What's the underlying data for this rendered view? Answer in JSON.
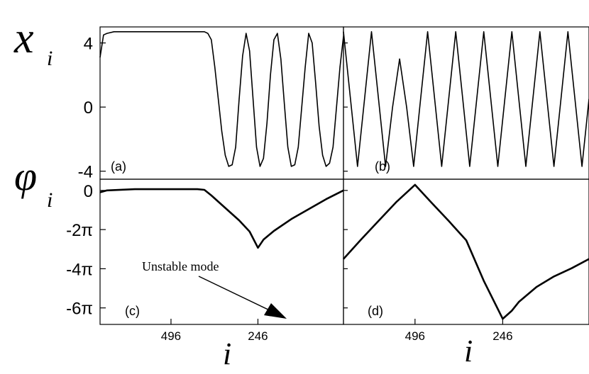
{
  "chart_data": [
    {
      "panel": "a",
      "type": "line",
      "label": "(a)",
      "ylabel_symbol": "x",
      "ylabel_sub": "i",
      "yticks": [
        "4",
        "0",
        "-4"
      ],
      "ytick_values": [
        4,
        0,
        -4
      ],
      "ylim": [
        -4.5,
        5
      ],
      "xlim": [
        700,
        0
      ],
      "x": [
        700,
        690,
        680,
        660,
        640,
        620,
        600,
        580,
        560,
        540,
        520,
        500,
        480,
        460,
        440,
        420,
        400,
        390,
        380,
        370,
        360,
        350,
        340,
        330,
        320,
        310,
        300,
        290,
        280,
        270,
        260,
        250,
        240,
        230,
        220,
        210,
        200,
        190,
        180,
        170,
        160,
        150,
        140,
        130,
        120,
        110,
        100,
        90,
        80,
        70,
        60,
        50,
        40,
        30,
        20,
        10,
        0
      ],
      "y": [
        3.1,
        4.5,
        4.6,
        4.7,
        4.7,
        4.7,
        4.7,
        4.7,
        4.7,
        4.7,
        4.7,
        4.7,
        4.7,
        4.7,
        4.7,
        4.7,
        4.7,
        4.6,
        4.2,
        2.5,
        0.5,
        -1.5,
        -3.0,
        -3.7,
        -3.6,
        -2.5,
        0.5,
        3.2,
        4.6,
        3.5,
        0.5,
        -2.5,
        -3.7,
        -3.2,
        -1.0,
        2.0,
        4.2,
        4.6,
        3.0,
        0.2,
        -2.5,
        -3.7,
        -3.6,
        -2.5,
        0.0,
        2.5,
        4.6,
        4.0,
        1.5,
        -1.2,
        -3.0,
        -3.7,
        -3.5,
        -2.5,
        0.0,
        2.5,
        4.4
      ]
    },
    {
      "panel": "b",
      "type": "line",
      "label": "(b)",
      "ylim": [
        -4.5,
        5
      ],
      "xlim": [
        700,
        0
      ],
      "x": [
        700,
        680,
        660,
        640,
        620,
        600,
        580,
        560,
        540,
        520,
        500,
        480,
        460,
        440,
        420,
        400,
        380,
        360,
        340,
        320,
        300,
        280,
        260,
        240,
        220,
        200,
        180,
        160,
        140,
        120,
        100,
        80,
        60,
        40,
        20,
        0
      ],
      "y": [
        4.7,
        0.5,
        -3.7,
        0.5,
        4.7,
        0.5,
        -3.7,
        0.0,
        3.0,
        0.0,
        -3.7,
        0.5,
        4.7,
        0.5,
        -3.7,
        0.5,
        4.7,
        0.5,
        -3.7,
        0.5,
        4.7,
        0.5,
        -3.7,
        0.5,
        4.7,
        0.5,
        -3.7,
        0.5,
        4.7,
        0.5,
        -3.7,
        0.5,
        4.7,
        0.5,
        -3.7,
        0.5
      ]
    },
    {
      "panel": "c",
      "type": "line",
      "label": "(c)",
      "ylabel_symbol": "φ",
      "ylabel_sub": "i",
      "yticks": [
        "0",
        "-2π",
        "-4π",
        "-6π"
      ],
      "ytick_values": [
        0,
        -6.2832,
        -12.5664,
        -18.8496
      ],
      "ylim": [
        -21.5,
        1.8
      ],
      "xlim": [
        700,
        0
      ],
      "xticks": [
        "496",
        "246"
      ],
      "xtick_values": [
        496,
        246
      ],
      "xlabel": "i",
      "annotation": "Unstable mode",
      "x": [
        700,
        680,
        600,
        500,
        420,
        400,
        380,
        350,
        300,
        270,
        246,
        230,
        200,
        150,
        100,
        50,
        0
      ],
      "y": [
        -0.3,
        0.0,
        0.2,
        0.2,
        0.2,
        0.1,
        -0.8,
        -2.3,
        -4.8,
        -6.6,
        -9.2,
        -7.9,
        -6.5,
        -4.6,
        -3.0,
        -1.4,
        0.0
      ]
    },
    {
      "panel": "d",
      "type": "line",
      "label": "(d)",
      "ylim": [
        -21.5,
        1.8
      ],
      "xlim": [
        700,
        0
      ],
      "xticks": [
        "496",
        "246"
      ],
      "xtick_values": [
        496,
        246
      ],
      "xlabel": "i",
      "x": [
        700,
        650,
        600,
        550,
        496,
        450,
        400,
        350,
        300,
        246,
        220,
        200,
        150,
        100,
        50,
        0
      ],
      "y": [
        -11.0,
        -7.9,
        -4.9,
        -1.9,
        0.9,
        -1.9,
        -4.9,
        -8.0,
        -14.5,
        -20.6,
        -19.3,
        -17.9,
        -15.5,
        -13.8,
        -12.5,
        -11.0
      ]
    }
  ]
}
